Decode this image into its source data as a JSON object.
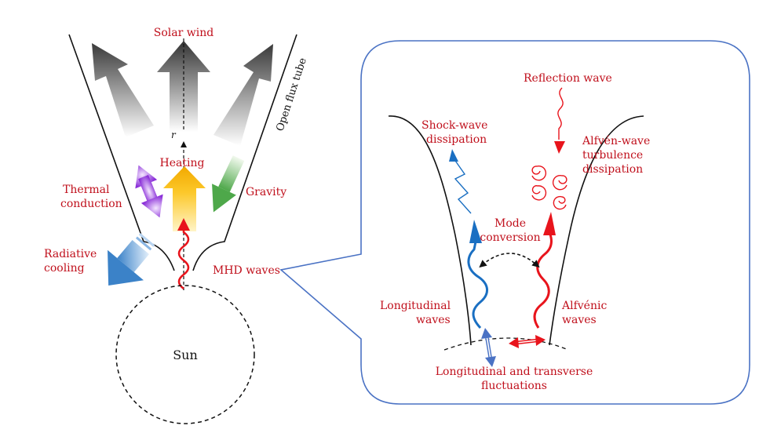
{
  "colors": {
    "label_red": "#c0101c",
    "wave_red": "#e8141c",
    "wave_blue": "#1a6fc2",
    "callout_border": "#4a72c4",
    "black": "#111111"
  },
  "left_panel": {
    "solar_wind": "Solar wind",
    "open_flux_tube": "Open flux tube",
    "r_axis": "r",
    "heating": "Heating",
    "thermal_conduction_1": "Thermal",
    "thermal_conduction_2": "conduction",
    "gravity": "Gravity",
    "radiative_cooling_1": "Radiative",
    "radiative_cooling_2": "cooling",
    "mhd_waves": "MHD waves",
    "sun": "Sun"
  },
  "right_panel": {
    "reflection_wave": "Reflection wave",
    "shock_wave_1": "Shock-wave",
    "shock_wave_2": "dissipation",
    "alfven_turb_1": "Alfvén-wave",
    "alfven_turb_2": "turbulence",
    "alfven_turb_3": "dissipation",
    "mode_conversion_1": "Mode",
    "mode_conversion_2": "conversion",
    "longitudinal_1": "Longitudinal",
    "longitudinal_2": "waves",
    "alfvenic_1": "Alfvénic",
    "alfvenic_2": "waves",
    "fluctuations_1": "Longitudinal and transverse",
    "fluctuations_2": "fluctuations"
  }
}
